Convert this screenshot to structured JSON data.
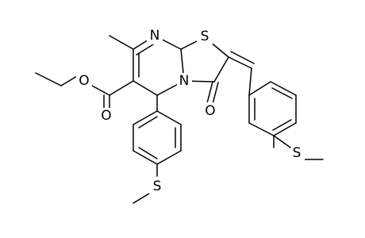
{
  "molecule": {
    "atom_labels": {
      "n_ring": "N",
      "s_ring": "S",
      "n_bridge": "N",
      "o_ketone": "O",
      "o_ester_single": "O",
      "o_ester_double": "O",
      "s_phenyl_bottom": "S",
      "s_phenyl_right": "S"
    }
  }
}
